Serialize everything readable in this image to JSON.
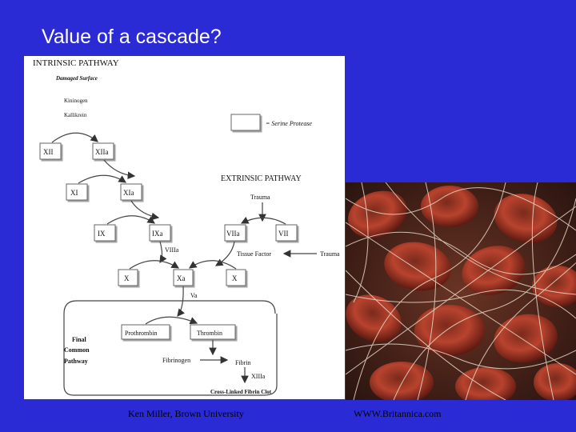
{
  "slide": {
    "title": "Value of a cascade?"
  },
  "diagram": {
    "intrinsic_heading": "INTRINSIC PATHWAY",
    "damaged_surface": "Damaged Surface",
    "kininogen": "Kininogen",
    "kallikrein": "Kallikrein",
    "legend_label": "= Serine Protease",
    "extrinsic_heading": "EXTRINSIC PATHWAY",
    "trauma_top": "Trauma",
    "trauma_right": "Trauma",
    "tissue_factor": "Tissue Factor",
    "factors": {
      "xii": "XII",
      "xiia": "XIIa",
      "xi": "XI",
      "xia": "XIa",
      "ix": "IX",
      "ixa": "IXa",
      "viia": "VIIa",
      "vii": "VII",
      "viiia": "VIIIa",
      "x_left": "X",
      "xa": "Xa",
      "x_right": "X",
      "va": "Va"
    },
    "final_common_pathway": [
      "Final",
      "Common",
      "Pathway"
    ],
    "prothrombin": "Prothrombin",
    "thrombin": "Thrombin",
    "fibrinogen": "Fibrinogen",
    "fibrin": "Fibrin",
    "xiiia": "XIIIa",
    "clot": "Cross-Linked Fibrin Clot"
  },
  "credits": {
    "left": "Ken Miller, Brown University",
    "right": "WWW.Britannica.com"
  },
  "colors": {
    "background": "#2b2bd6",
    "title": "#ffffff",
    "photo_base": "#5a2a1e"
  }
}
